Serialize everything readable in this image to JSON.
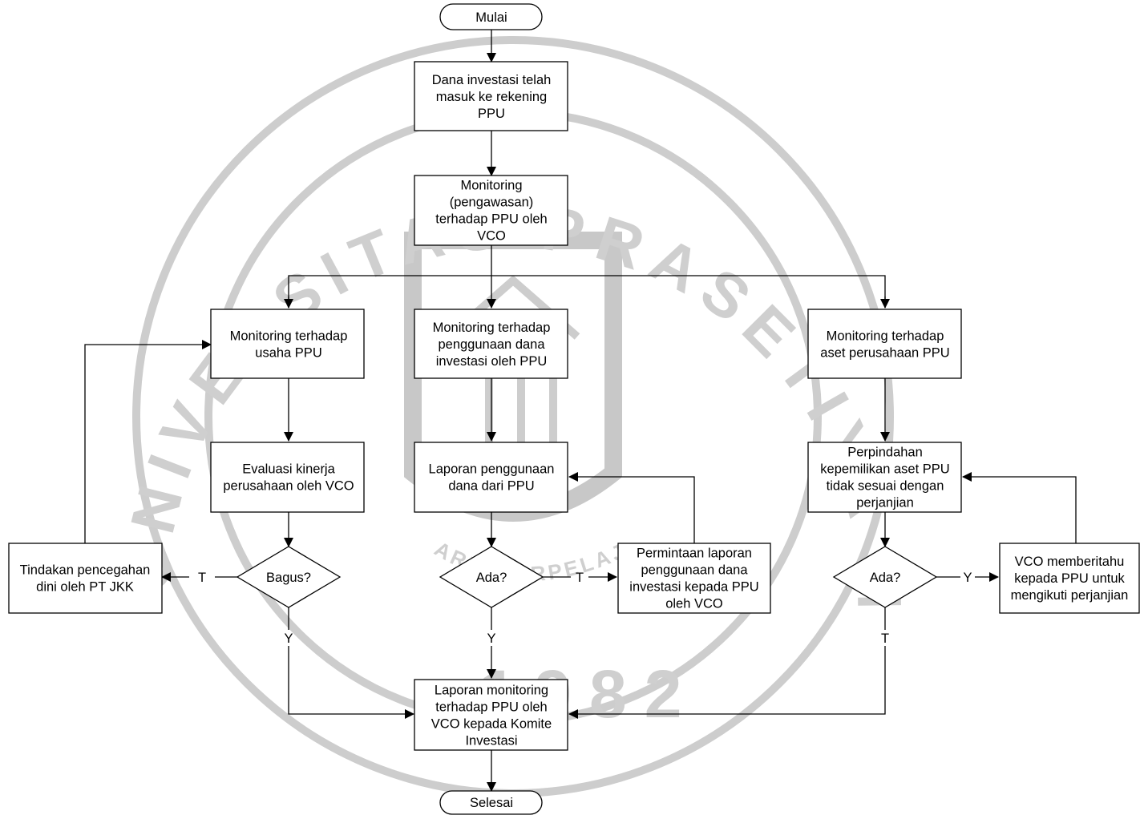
{
  "watermark": {
    "arc_text": "UNIVERSITAS PRASETIYA MULYA",
    "motto": "ARIF TERPELAJAR TEGUH",
    "year": "1982"
  },
  "nodes": {
    "start": "Mulai",
    "n1": [
      "Dana investasi telah",
      "masuk ke rekening",
      "PPU"
    ],
    "n2": [
      "Monitoring",
      "(pengawasan)",
      "terhadap PPU oleh",
      "VCO"
    ],
    "n3": [
      "Monitoring terhadap",
      "usaha PPU"
    ],
    "n4": [
      "Monitoring terhadap",
      "penggunaan dana",
      "investasi oleh PPU"
    ],
    "n5": [
      "Monitoring terhadap",
      "aset perusahaan PPU"
    ],
    "n6": [
      "Evaluasi kinerja",
      "perusahaan oleh VCO"
    ],
    "n7": [
      "Laporan penggunaan",
      "dana dari PPU"
    ],
    "n8": [
      "Perpindahan",
      "kepemilikan aset PPU",
      "tidak sesuai dengan",
      "perjanjian"
    ],
    "d1": "Bagus?",
    "d2": "Ada?",
    "d3": "Ada?",
    "n9": [
      "Tindakan pencegahan",
      "dini oleh PT JKK"
    ],
    "n10": [
      "Permintaan laporan",
      "penggunaan dana",
      "investasi kepada PPU",
      "oleh VCO"
    ],
    "n11": [
      "VCO memberitahu",
      "kepada PPU untuk",
      "mengikuti perjanjian"
    ],
    "n12": [
      "Laporan monitoring",
      "terhadap PPU oleh",
      "VCO kepada Komite",
      "Investasi"
    ],
    "end": "Selesai"
  },
  "edge_labels": {
    "d1_left": "T",
    "d1_down": "Y",
    "d2_right": "T",
    "d2_down": "Y",
    "d3_right": "Y",
    "d3_down": "T"
  }
}
